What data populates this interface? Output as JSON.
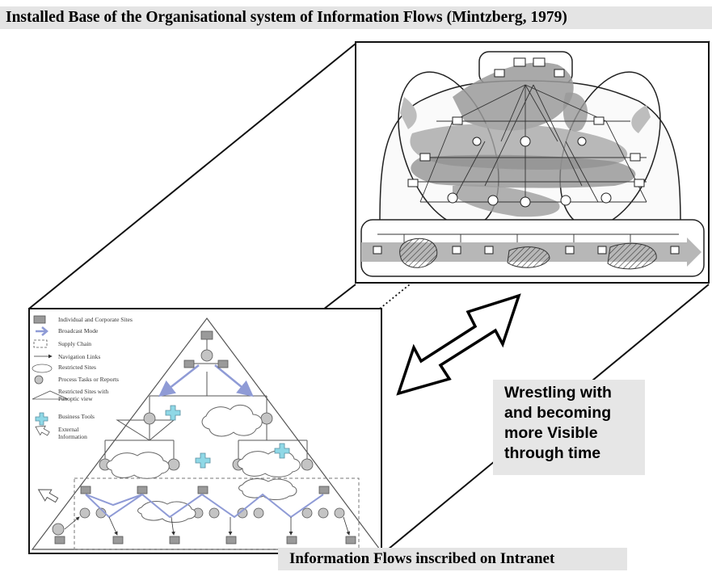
{
  "header": {
    "title": "Installed Base of the Organisational system of Information Flows (Mintzberg, 1979)"
  },
  "footer": {
    "caption": "Information Flows inscribed on Intranet"
  },
  "callout": {
    "lines": [
      "Wrestling with",
      "and becoming",
      "more Visible",
      "through time"
    ]
  },
  "legend": {
    "items": [
      {
        "label": "Individual and Corporate Sites",
        "icon": "grey-square-icon"
      },
      {
        "label": "Broadcast Mode",
        "icon": "blue-arrow-icon"
      },
      {
        "label": "Supply Chain",
        "icon": "dashed-box-icon"
      },
      {
        "label": "Navigation Links",
        "icon": "thin-arrow-icon"
      },
      {
        "label": "Restricted Sites",
        "icon": "ellipse-icon"
      },
      {
        "label": "Process Tasks or Reports",
        "icon": "grey-circle-icon"
      },
      {
        "label": "Restricted Sites with",
        "icon": "panoptic-shape-icon"
      },
      {
        "label": "Panoptic view",
        "icon": ""
      },
      {
        "label": "Business Tools",
        "icon": "cross-gear-icon"
      },
      {
        "label": "External",
        "icon": "outline-arrow-icon"
      },
      {
        "label": "Information",
        "icon": ""
      }
    ]
  },
  "colors": {
    "banner_bg": "#e4e4e4",
    "callout_bg": "#e6e6e6",
    "node_grey": "#9a9a9a",
    "broadcast_blue": "#9aa6dd",
    "tool_cyan": "#8fd8e6"
  }
}
